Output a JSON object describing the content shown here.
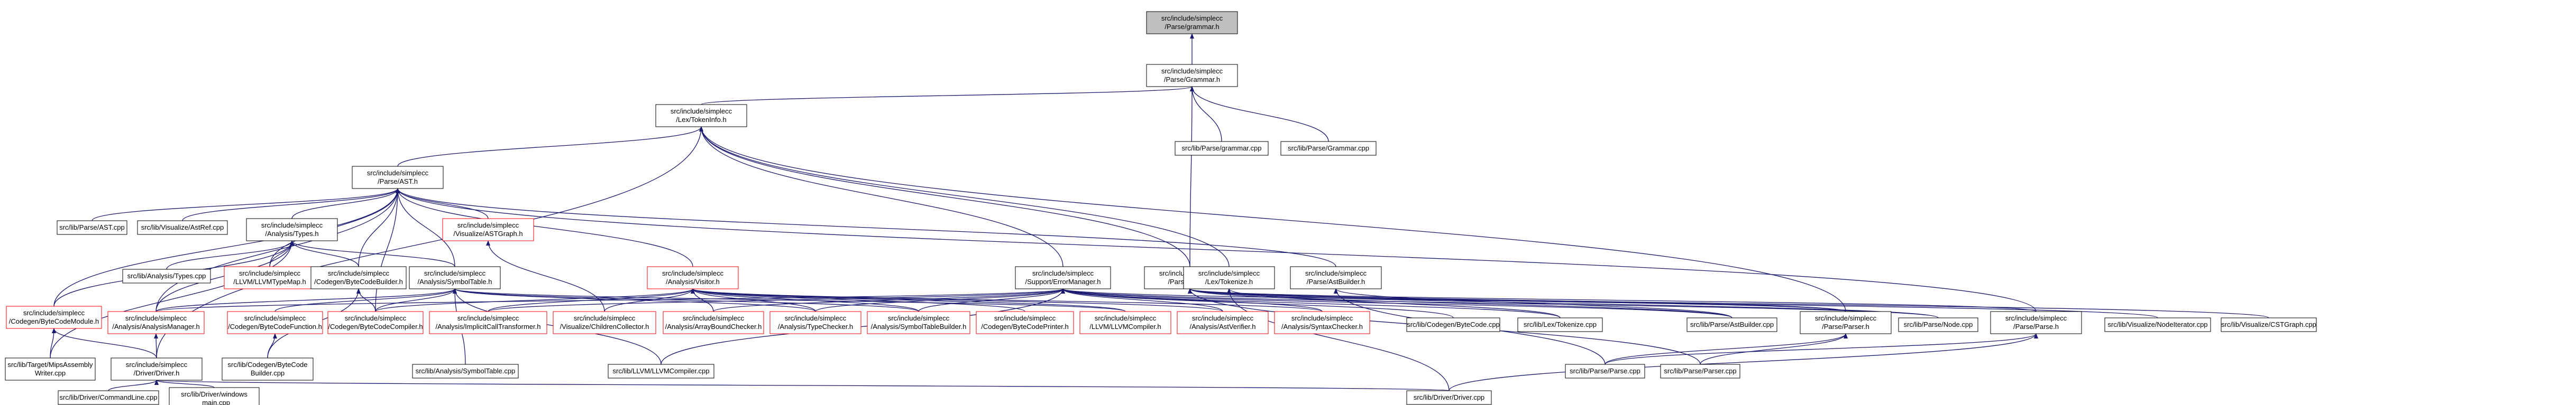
{
  "graph": {
    "nodes": [
      {
        "id": "grammar_def",
        "lines": [
          "src/include/simplecc",
          "/Parse/grammar.h"
        ],
        "border": "root"
      },
      {
        "id": "grammar_h",
        "lines": [
          "src/include/simplecc",
          "/Parse/Grammar.h"
        ],
        "border": "black"
      },
      {
        "id": "tokeninfo_h",
        "lines": [
          "src/include/simplecc",
          "/Lex/TokenInfo.h"
        ],
        "border": "black"
      },
      {
        "id": "grammar_cpp",
        "lines": [
          "src/lib/Parse/grammar.cpp"
        ],
        "border": "black"
      },
      {
        "id": "grammar2_cpp",
        "lines": [
          "src/lib/Parse/Grammar.cpp"
        ],
        "border": "black"
      },
      {
        "id": "ast_h",
        "lines": [
          "src/include/simplecc",
          "/Parse/AST.h"
        ],
        "border": "black"
      },
      {
        "id": "ast_cpp",
        "lines": [
          "src/lib/Parse/AST.cpp"
        ],
        "border": "black"
      },
      {
        "id": "astref_cpp",
        "lines": [
          "src/lib/Visualize/AstRef.cpp"
        ],
        "border": "black"
      },
      {
        "id": "types_h",
        "lines": [
          "src/include/simplecc",
          "/Analysis/Types.h"
        ],
        "border": "black"
      },
      {
        "id": "astgraph_h",
        "lines": [
          "src/include/simplecc",
          "/Visualize/ASTGraph.h"
        ],
        "border": "red"
      },
      {
        "id": "parse_node_h",
        "lines": [
          "src/include/simplecc",
          "/Parse/Node.h"
        ],
        "border": "black"
      },
      {
        "id": "types_cpp",
        "lines": [
          "src/lib/Analysis/Types.cpp"
        ],
        "border": "black"
      },
      {
        "id": "llvmtypemap_h",
        "lines": [
          "src/include/simplecc",
          "/LLVM/LLVMTypeMap.h"
        ],
        "border": "red"
      },
      {
        "id": "bytecodebuilder_h",
        "lines": [
          "src/include/simplecc",
          "/Codegen/ByteCodeBuilder.h"
        ],
        "border": "black"
      },
      {
        "id": "symboltable_h",
        "lines": [
          "src/include/simplecc",
          "/Analysis/SymbolTable.h"
        ],
        "border": "black"
      },
      {
        "id": "visitor_h",
        "lines": [
          "src/include/simplecc",
          "/Analysis/Visitor.h"
        ],
        "border": "red"
      },
      {
        "id": "errormanager_h",
        "lines": [
          "src/include/simplecc",
          "/Support/ErrorManager.h"
        ],
        "border": "black"
      },
      {
        "id": "tokenize_h",
        "lines": [
          "src/include/simplecc",
          "/Lex/Tokenize.h"
        ],
        "border": "black"
      },
      {
        "id": "astbuilder_h",
        "lines": [
          "src/include/simplecc",
          "/Parse/AstBuilder.h"
        ],
        "border": "black"
      },
      {
        "id": "bytecodemodule_h",
        "lines": [
          "src/include/simplecc",
          "/Codegen/ByteCodeModule.h"
        ],
        "border": "red"
      },
      {
        "id": "analysismanager_h",
        "lines": [
          "src/include/simplecc",
          "/Analysis/AnalysisManager.h"
        ],
        "border": "red"
      },
      {
        "id": "bytecodefunction_h",
        "lines": [
          "src/include/simplecc",
          "/Codegen/ByteCodeFunction.h"
        ],
        "border": "red"
      },
      {
        "id": "bytecodecompiler_h",
        "lines": [
          "src/include/simplecc",
          "/Codegen/ByteCodeCompiler.h"
        ],
        "border": "red"
      },
      {
        "id": "implicitcall_h",
        "lines": [
          "src/include/simplecc",
          "/Analysis/ImplicitCallTransformer.h"
        ],
        "border": "red"
      },
      {
        "id": "childrencollector_h",
        "lines": [
          "src/include/simplecc",
          "/Visualize/ChildrenCollector.h"
        ],
        "border": "red"
      },
      {
        "id": "arraybound_h",
        "lines": [
          "src/include/simplecc",
          "/Analysis/ArrayBoundChecker.h"
        ],
        "border": "red"
      },
      {
        "id": "typechecker_h",
        "lines": [
          "src/include/simplecc",
          "/Analysis/TypeChecker.h"
        ],
        "border": "red"
      },
      {
        "id": "symboltablebuilder_h",
        "lines": [
          "src/include/simplecc",
          "/Analysis/SymbolTableBuilder.h"
        ],
        "border": "red"
      },
      {
        "id": "bytecodeprinter_h",
        "lines": [
          "src/include/simplecc",
          "/Codegen/ByteCodePrinter.h"
        ],
        "border": "red"
      },
      {
        "id": "llvmcompiler_h",
        "lines": [
          "src/include/simplecc",
          "/LLVM/LLVMCompiler.h"
        ],
        "border": "red"
      },
      {
        "id": "astverifier_h",
        "lines": [
          "src/include/simplecc",
          "/Analysis/AstVerifier.h"
        ],
        "border": "red"
      },
      {
        "id": "syntaxchecker_h",
        "lines": [
          "src/include/simplecc",
          "/Analysis/SyntaxChecker.h"
        ],
        "border": "red"
      },
      {
        "id": "bytecode_cpp",
        "lines": [
          "src/lib/Codegen/ByteCode.cpp"
        ],
        "border": "black"
      },
      {
        "id": "tokenize_cpp",
        "lines": [
          "src/lib/Lex/Tokenize.cpp"
        ],
        "border": "black"
      },
      {
        "id": "astbuilder_cpp",
        "lines": [
          "src/lib/Parse/AstBuilder.cpp"
        ],
        "border": "black"
      },
      {
        "id": "parser_h",
        "lines": [
          "src/include/simplecc",
          "/Parse/Parser.h"
        ],
        "border": "black"
      },
      {
        "id": "node_cpp",
        "lines": [
          "src/lib/Parse/Node.cpp"
        ],
        "border": "black"
      },
      {
        "id": "parse_h",
        "lines": [
          "src/include/simplecc",
          "/Parse/Parse.h"
        ],
        "border": "black"
      },
      {
        "id": "nodeiterator_cpp",
        "lines": [
          "src/lib/Visualize/NodeIterator.cpp"
        ],
        "border": "black"
      },
      {
        "id": "cstgraph_cpp",
        "lines": [
          "src/lib/Visualize/CSTGraph.cpp"
        ],
        "border": "black"
      },
      {
        "id": "mipsassembly_cpp",
        "lines": [
          "src/lib/Target/MipsAssembly",
          "Writer.cpp"
        ],
        "border": "black"
      },
      {
        "id": "driver_h",
        "lines": [
          "src/include/simplecc",
          "/Driver/Driver.h"
        ],
        "border": "black"
      },
      {
        "id": "bytecodebuilder_cpp",
        "lines": [
          "src/lib/Codegen/ByteCode",
          "Builder.cpp"
        ],
        "border": "black"
      },
      {
        "id": "symboltable_cpp",
        "lines": [
          "src/lib/Analysis/SymbolTable.cpp"
        ],
        "border": "black"
      },
      {
        "id": "llvmcompiler_cpp",
        "lines": [
          "src/lib/LLVM/LLVMCompiler.cpp"
        ],
        "border": "black"
      },
      {
        "id": "parse_cpp",
        "lines": [
          "src/lib/Parse/Parse.cpp"
        ],
        "border": "black"
      },
      {
        "id": "parser_cpp",
        "lines": [
          "src/lib/Parse/Parser.cpp"
        ],
        "border": "black"
      },
      {
        "id": "commandline_cpp",
        "lines": [
          "src/lib/Driver/CommandLine.cpp"
        ],
        "border": "black"
      },
      {
        "id": "windows_main_cpp",
        "lines": [
          "src/lib/Driver/windows",
          "_main.cpp"
        ],
        "border": "black"
      },
      {
        "id": "driver_cpp",
        "lines": [
          "src/lib/Driver/Driver.cpp"
        ],
        "border": "black"
      }
    ],
    "edges": [
      [
        "grammar_h",
        "grammar_def"
      ],
      [
        "tokeninfo_h",
        "grammar_h"
      ],
      [
        "grammar_cpp",
        "grammar_h"
      ],
      [
        "grammar2_cpp",
        "grammar_h"
      ],
      [
        "parse_node_h",
        "grammar_h"
      ],
      [
        "ast_h",
        "tokeninfo_h"
      ],
      [
        "errormanager_h",
        "tokeninfo_h"
      ],
      [
        "tokenize_h",
        "tokeninfo_h"
      ],
      [
        "parse_node_h",
        "tokeninfo_h"
      ],
      [
        "parser_h",
        "tokeninfo_h"
      ],
      [
        "driver_h",
        "tokeninfo_h"
      ],
      [
        "ast_cpp",
        "ast_h"
      ],
      [
        "astref_cpp",
        "ast_h"
      ],
      [
        "types_h",
        "ast_h"
      ],
      [
        "astgraph_h",
        "ast_h"
      ],
      [
        "bytecodebuilder_h",
        "ast_h"
      ],
      [
        "symboltable_h",
        "ast_h"
      ],
      [
        "visitor_h",
        "ast_h"
      ],
      [
        "astbuilder_h",
        "ast_h"
      ],
      [
        "llvmtypemap_h",
        "ast_h"
      ],
      [
        "bytecodecompiler_h",
        "ast_h"
      ],
      [
        "analysismanager_h",
        "ast_h"
      ],
      [
        "parse_h",
        "ast_h"
      ],
      [
        "bytecodemodule_h",
        "ast_h"
      ],
      [
        "types_cpp",
        "types_h"
      ],
      [
        "llvmtypemap_h",
        "types_h"
      ],
      [
        "symboltable_h",
        "types_h"
      ],
      [
        "bytecodebuilder_h",
        "types_h"
      ],
      [
        "analysismanager_h",
        "types_h"
      ],
      [
        "bytecodemodule_h",
        "types_h"
      ],
      [
        "mipsassembly_cpp",
        "types_h"
      ],
      [
        "childrencollector_h",
        "astgraph_h"
      ],
      [
        "analysismanager_h",
        "symboltable_h"
      ],
      [
        "bytecodefunction_h",
        "symboltable_h"
      ],
      [
        "bytecodecompiler_h",
        "symboltable_h"
      ],
      [
        "typechecker_h",
        "symboltable_h"
      ],
      [
        "symboltablebuilder_h",
        "symboltable_h"
      ],
      [
        "llvmcompiler_h",
        "symboltable_h"
      ],
      [
        "symboltable_cpp",
        "symboltable_h"
      ],
      [
        "llvmcompiler_cpp",
        "symboltable_h"
      ],
      [
        "bytecodebuilder_cpp",
        "bytecodebuilder_h"
      ],
      [
        "bytecodecompiler_h",
        "bytecodebuilder_h"
      ],
      [
        "bytecodecompiler_h",
        "visitor_h"
      ],
      [
        "implicitcall_h",
        "visitor_h"
      ],
      [
        "childrencollector_h",
        "visitor_h"
      ],
      [
        "arraybound_h",
        "visitor_h"
      ],
      [
        "typechecker_h",
        "visitor_h"
      ],
      [
        "symboltablebuilder_h",
        "visitor_h"
      ],
      [
        "bytecodeprinter_h",
        "visitor_h"
      ],
      [
        "llvmcompiler_h",
        "visitor_h"
      ],
      [
        "astverifier_h",
        "visitor_h"
      ],
      [
        "syntaxchecker_h",
        "visitor_h"
      ],
      [
        "analysismanager_h",
        "errormanager_h"
      ],
      [
        "implicitcall_h",
        "errormanager_h"
      ],
      [
        "arraybound_h",
        "errormanager_h"
      ],
      [
        "typechecker_h",
        "errormanager_h"
      ],
      [
        "symboltablebuilder_h",
        "errormanager_h"
      ],
      [
        "astverifier_h",
        "errormanager_h"
      ],
      [
        "syntaxchecker_h",
        "errormanager_h"
      ],
      [
        "bytecode_cpp",
        "errormanager_h"
      ],
      [
        "tokenize_cpp",
        "errormanager_h"
      ],
      [
        "astbuilder_cpp",
        "errormanager_h"
      ],
      [
        "parser_h",
        "errormanager_h"
      ],
      [
        "node_cpp",
        "errormanager_h"
      ],
      [
        "llvmcompiler_cpp",
        "errormanager_h"
      ],
      [
        "tokenize_cpp",
        "tokenize_h"
      ],
      [
        "driver_cpp",
        "tokenize_h"
      ],
      [
        "astbuilder_cpp",
        "astbuilder_h"
      ],
      [
        "parse_cpp",
        "astbuilder_h"
      ],
      [
        "astbuilder_cpp",
        "parse_node_h"
      ],
      [
        "parser_h",
        "parse_node_h"
      ],
      [
        "node_cpp",
        "parse_node_h"
      ],
      [
        "parse_h",
        "parse_node_h"
      ],
      [
        "nodeiterator_cpp",
        "parse_node_h"
      ],
      [
        "cstgraph_cpp",
        "parse_node_h"
      ],
      [
        "parser_cpp",
        "parse_node_h"
      ],
      [
        "mipsassembly_cpp",
        "bytecodemodule_h"
      ],
      [
        "driver_h",
        "bytecodemodule_h"
      ],
      [
        "driver_h",
        "analysismanager_h"
      ],
      [
        "bytecodebuilder_cpp",
        "bytecodefunction_h"
      ],
      [
        "parse_cpp",
        "parser_h"
      ],
      [
        "parser_cpp",
        "parser_h"
      ],
      [
        "parse_cpp",
        "parse_h"
      ],
      [
        "driver_cpp",
        "parse_h"
      ],
      [
        "commandline_cpp",
        "driver_h"
      ],
      [
        "windows_main_cpp",
        "driver_h"
      ],
      [
        "driver_cpp",
        "driver_h"
      ]
    ]
  }
}
